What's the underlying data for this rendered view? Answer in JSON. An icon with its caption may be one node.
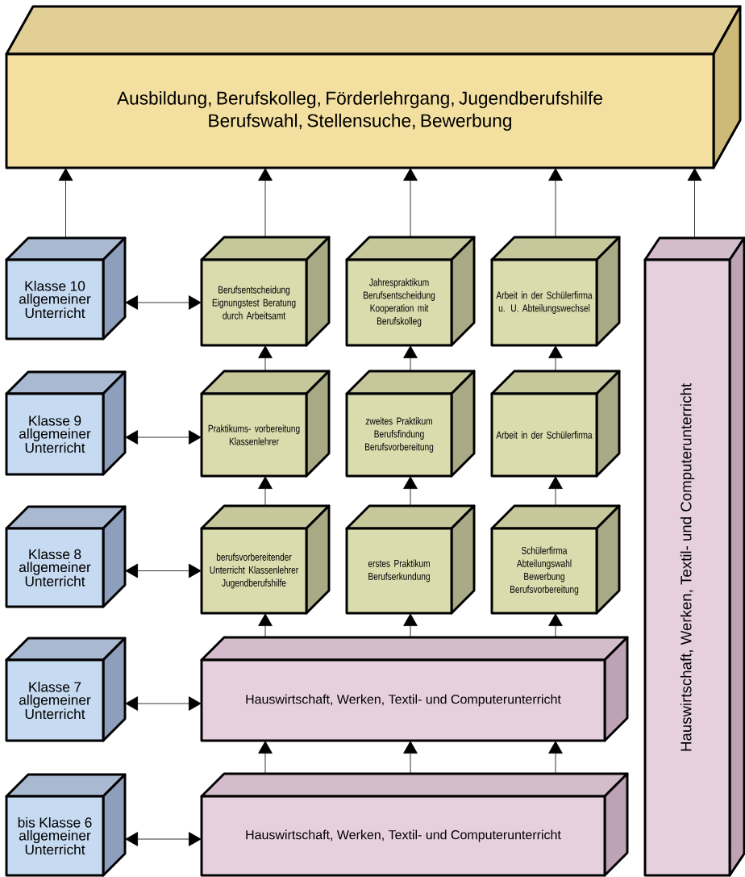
{
  "diagram": {
    "nodes": [
      {
        "text": [
          "Ausbildung, Berufskolleg, Förderlehrgang, Jugendberufshilfe",
          "Berufswahl, Stellensuche, Bewerbung"
        ]
      },
      {
        "text": [
          "Klasse 10 allgemeiner Unterricht"
        ]
      },
      {
        "text": [
          "Berufsentscheidung Eignungstest Beratung durch Arbeitsamt"
        ]
      },
      {
        "text": [
          "Jahrespraktikum Berufsentscheidung Kooperation mit Berufskolleg"
        ]
      },
      {
        "text": [
          "Arbeit in der Schülerfirma u. U. Abteilungswechsel"
        ]
      },
      {
        "text": [
          "Hauswirtschaft, Werken, Textil- und Computerunterricht"
        ]
      },
      {
        "text": [
          "Klasse 9 allgemeiner Unterricht"
        ]
      },
      {
        "text": [
          "Praktikums- vorbereitung Klassenlehrer"
        ]
      },
      {
        "text": [
          "zweites Praktikum Berufsfindung Berufsvorbereitung"
        ]
      },
      {
        "text": [
          "Arbeit in der Schülerfirma"
        ]
      },
      {
        "text": [
          "Klasse 8 allgemeiner Unterricht"
        ]
      },
      {
        "text": [
          "berufsvorbereitender Unterricht Klassenlehrer Jugendberufshilfe"
        ]
      },
      {
        "text": [
          "erstes Praktikum Berufserkundung"
        ]
      },
      {
        "text": [
          "Schülerfirma Abteilungswahl Bewerbung Berufsvorbereitung"
        ]
      },
      {
        "text": [
          "Klasse 7 allgemeiner Unterricht"
        ]
      },
      {
        "text": [
          "Hauswirtschaft, Werken, Textil- und Computerunterricht"
        ]
      },
      {
        "text": [
          "bis Klasse 6 allgemeiner Unterricht"
        ]
      },
      {
        "text": [
          "Hauswirtschaft, Werken, Textil- und Computerunterricht"
        ]
      }
    ],
    "edges": [
      {
        "from": 1,
        "to": 0,
        "arrow": "to"
      },
      {
        "from": 2,
        "to": 0,
        "arrow": "to"
      },
      {
        "from": 3,
        "to": 0,
        "arrow": "to"
      },
      {
        "from": 4,
        "to": 0,
        "arrow": "to"
      },
      {
        "from": 5,
        "to": 0,
        "arrow": "to"
      },
      {
        "from": 1,
        "to": 2,
        "arrow": "both"
      },
      {
        "from": 7,
        "to": 2,
        "arrow": "to"
      },
      {
        "from": 8,
        "to": 3,
        "arrow": "to"
      },
      {
        "from": 9,
        "to": 4,
        "arrow": "to"
      },
      {
        "from": 6,
        "to": 7,
        "arrow": "both"
      },
      {
        "from": 11,
        "to": 7,
        "arrow": "to"
      },
      {
        "from": 12,
        "to": 8,
        "arrow": "to"
      },
      {
        "from": 13,
        "to": 9,
        "arrow": "to"
      },
      {
        "from": 10,
        "to": 11,
        "arrow": "both"
      },
      {
        "from": 15,
        "to": 11,
        "arrow": "to"
      },
      {
        "from": 15,
        "to": 12,
        "arrow": "to"
      },
      {
        "from": 15,
        "to": 13,
        "arrow": "to"
      },
      {
        "from": 14,
        "to": 15,
        "arrow": "both"
      },
      {
        "from": 17,
        "to": 15,
        "arrow": "to"
      },
      {
        "from": 17,
        "to": 15,
        "arrow": "to"
      },
      {
        "from": 17,
        "to": 15,
        "arrow": "to"
      },
      {
        "from": 16,
        "to": 17,
        "arrow": "both"
      }
    ]
  }
}
